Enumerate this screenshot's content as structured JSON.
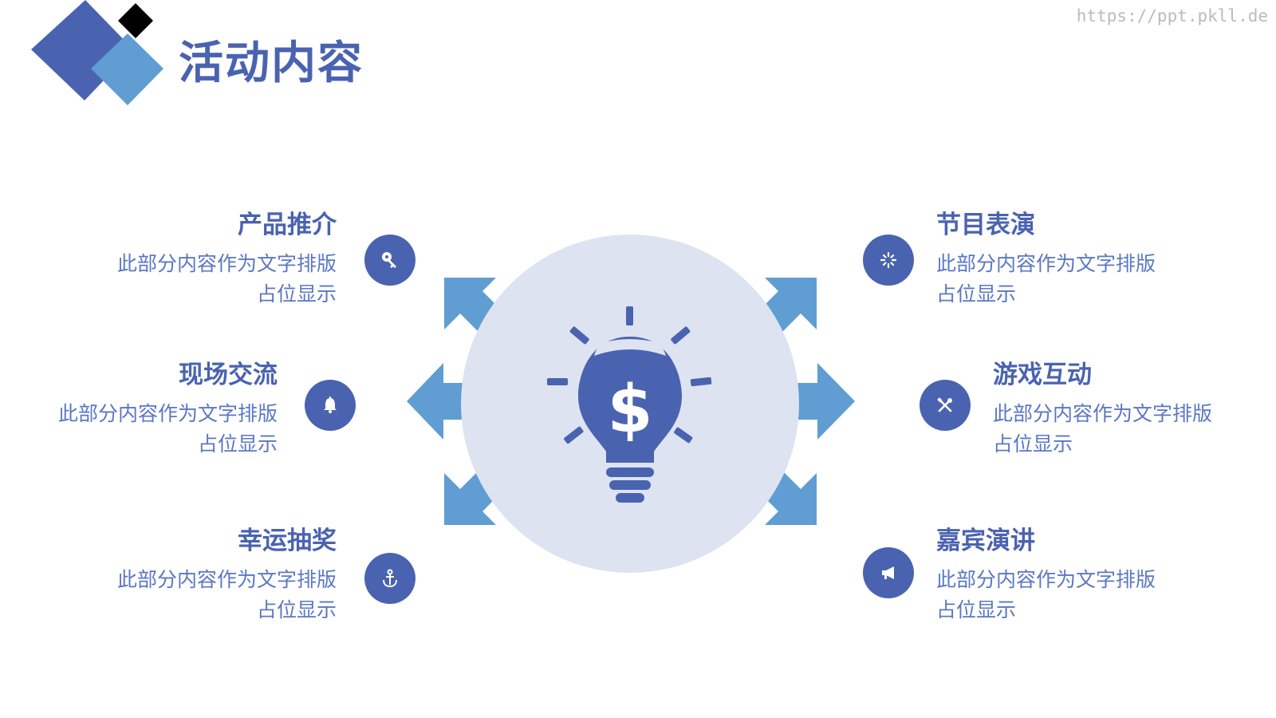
{
  "page_title": "活动内容",
  "watermark": "https://ppt.pkll.de",
  "colors": {
    "primary": "#4a63b0",
    "secondary": "#5f9dd3",
    "center_circle": "#dde3f0",
    "text": "#5b77c4"
  },
  "center_icon": "dollar-lightbulb-icon",
  "items": {
    "product": {
      "title": "产品推介",
      "desc1": "此部分内容作为文字排版",
      "desc2": "占位显示",
      "icon": "key-icon"
    },
    "exchange": {
      "title": "现场交流",
      "desc1": "此部分内容作为文字排版",
      "desc2": "占位显示",
      "icon": "bell-icon"
    },
    "lottery": {
      "title": "幸运抽奖",
      "desc1": "此部分内容作为文字排版",
      "desc2": "占位显示",
      "icon": "anchor-icon"
    },
    "show": {
      "title": "节目表演",
      "desc1": "此部分内容作为文字排版",
      "desc2": "占位显示",
      "icon": "spinner-icon"
    },
    "game": {
      "title": "游戏互动",
      "desc1": "此部分内容作为文字排版",
      "desc2": "占位显示",
      "icon": "tools-icon"
    },
    "speech": {
      "title": "嘉宾演讲",
      "desc1": "此部分内容作为文字排版",
      "desc2": "占位显示",
      "icon": "megaphone-icon"
    }
  }
}
